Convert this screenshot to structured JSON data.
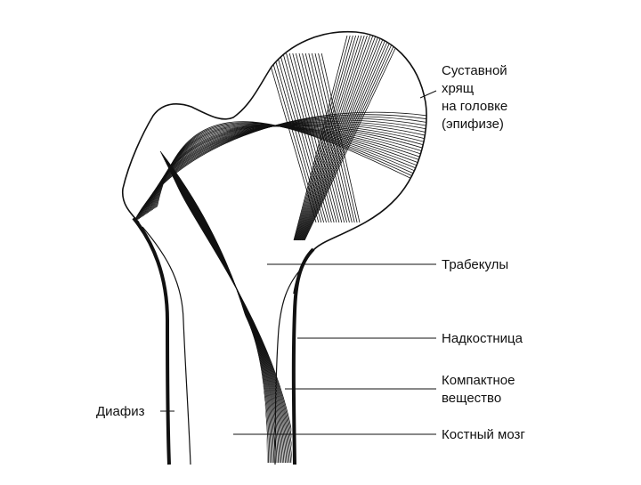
{
  "labels": {
    "cartilage": [
      "Суставной",
      "хрящ",
      "на головке",
      "(эпифизе)"
    ],
    "trabeculae": "Трабекулы",
    "periosteum": "Надкостница",
    "compact": [
      "Компактное",
      "вещество"
    ],
    "diaphysis": "Диафиз",
    "marrow": "Костный мозг"
  },
  "colors": {
    "ink": "#111111",
    "background": "#ffffff"
  }
}
